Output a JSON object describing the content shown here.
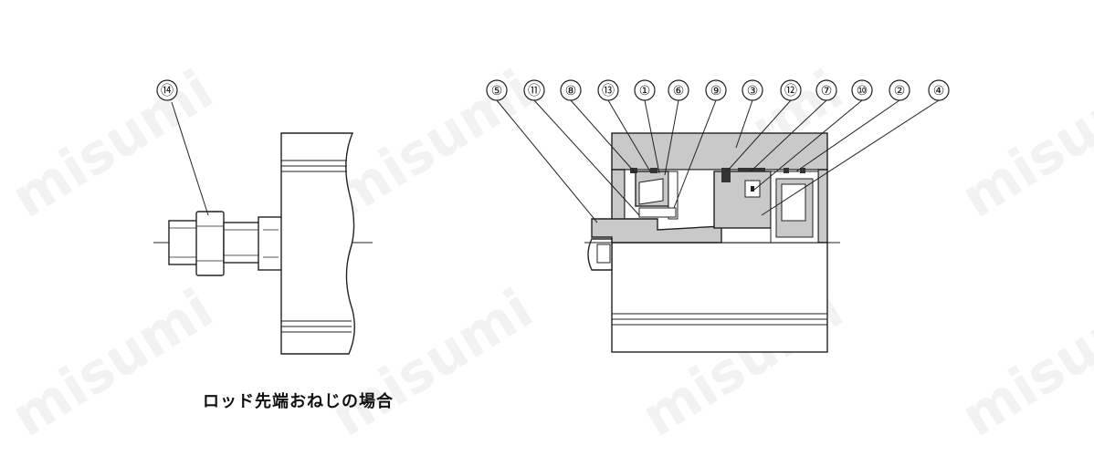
{
  "caption": "ロッド先端おねじの場合",
  "watermark": "misumi",
  "left_view": {
    "callouts": [
      "⑭"
    ]
  },
  "right_view": {
    "callouts": [
      "⑤",
      "⑪",
      "⑧",
      "⑬",
      "①",
      "⑥",
      "⑨",
      "③",
      "⑫",
      "⑦",
      "⑩",
      "②",
      "④"
    ]
  }
}
